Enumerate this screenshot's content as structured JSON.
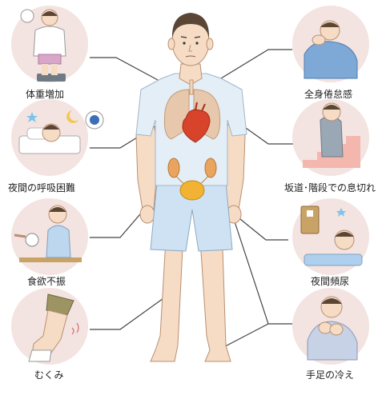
{
  "symptoms": [
    {
      "id": "weight-gain",
      "label": "体重増加"
    },
    {
      "id": "fatigue",
      "label": "全身倦怠感"
    },
    {
      "id": "night-dyspnea",
      "label": "夜間の呼吸困難"
    },
    {
      "id": "exertional-dyspnea",
      "label": "坂道･階段での息切れ"
    },
    {
      "id": "appetite-loss",
      "label": "食欲不振"
    },
    {
      "id": "nocturia",
      "label": "夜間頻尿"
    },
    {
      "id": "edema",
      "label": "むくみ"
    },
    {
      "id": "cold-extremities",
      "label": "手足の冷え"
    }
  ],
  "colors": {
    "skin": "#f6dcc4",
    "skin_line": "#b98f72",
    "shirt": "#e4eef7",
    "shorts": "#cfe2f3",
    "hair": "#5b4636",
    "lung": "#e7c8ac",
    "heart": "#d8432c",
    "kidney": "#e9a560",
    "bladder": "#f2b233",
    "circle_bg": "#f3e3e1",
    "leader": "#444444"
  },
  "icons": [
    "moon-icon",
    "star-icon",
    "door-icon",
    "scale-icon",
    "thought-bubble-icon"
  ]
}
